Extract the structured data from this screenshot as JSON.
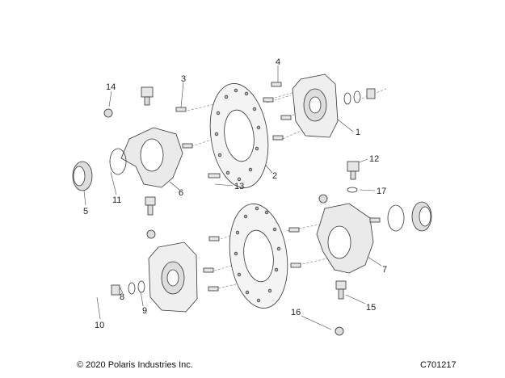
{
  "diagram": {
    "callouts": [
      "1",
      "2",
      "3",
      "4",
      "5",
      "6",
      "7",
      "8",
      "9",
      "10",
      "11",
      "12",
      "13",
      "14",
      "15",
      "16",
      "17"
    ],
    "copyright": "© 2020 Polaris Industries Inc.",
    "diagram_id": "C701217"
  }
}
